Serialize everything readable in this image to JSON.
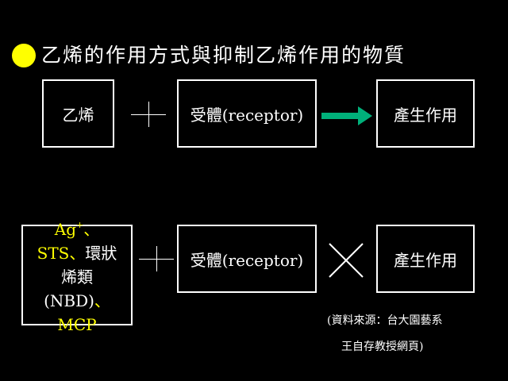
{
  "title": "乙烯的作用方式與抑制乙烯作用的物質",
  "colors": {
    "background": "#000000",
    "bullet": "#ffff00",
    "arrow": "#00b07a",
    "highlight": "#ffff00"
  },
  "row1": {
    "ethylene": "乙烯",
    "receptor": "受體(receptor)",
    "effect": "產生作用",
    "connector_icon": "plus-icon",
    "arrow_icon": "arrow-right-icon"
  },
  "row2": {
    "inhibitors": {
      "ag": "Ag",
      "ag_sup": "+",
      "ag_sep": "、",
      "sts": "STS",
      "sts_sep": "、",
      "cyclic": "環狀",
      "alkenes": "烯類",
      "nbd": "(NBD)",
      "nbd_sep": "、",
      "mcp": "MCP"
    },
    "receptor": "受體(receptor)",
    "effect": "產生作用",
    "connector_icon": "plus-icon",
    "block_icon": "cross-icon"
  },
  "source": {
    "line1": "(資料來源：台大園藝系",
    "line2": "王自存教授網頁)"
  }
}
